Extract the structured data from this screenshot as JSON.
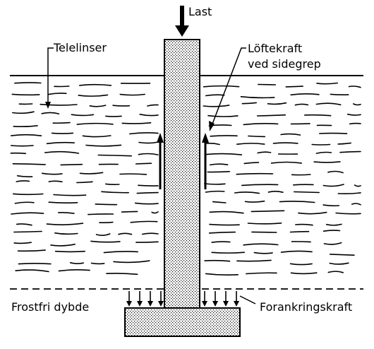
{
  "labels": {
    "load": "Last",
    "ice_lenses": "Telelinser",
    "uplift": "Löftekraft",
    "uplift_sub": "ved sidegrep",
    "frost_depth": "Frostfri dybde",
    "anchoring": "Forankringskraft"
  },
  "colors": {
    "ink": "#000000",
    "background": "#ffffff"
  }
}
